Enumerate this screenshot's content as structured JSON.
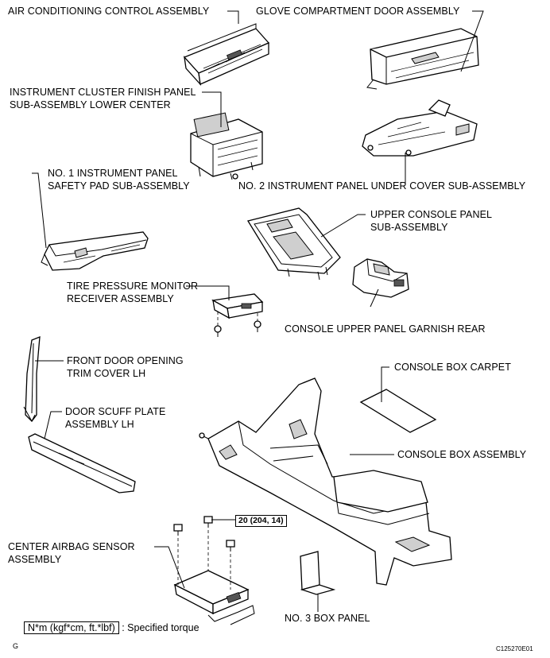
{
  "labels": {
    "ac_control": "AIR CONDITIONING CONTROL ASSEMBLY",
    "glove_door": "GLOVE COMPARTMENT DOOR ASSEMBLY",
    "cluster_finish_1": "INSTRUMENT CLUSTER FINISH PANEL",
    "cluster_finish_2": "SUB-ASSEMBLY LOWER CENTER",
    "pad_1": "NO. 1 INSTRUMENT PANEL",
    "pad_2": "SAFETY PAD SUB-ASSEMBLY",
    "under_cover": "NO. 2 INSTRUMENT PANEL UNDER COVER SUB-ASSEMBLY",
    "upper_console_1": "UPPER CONSOLE PANEL",
    "upper_console_2": "SUB-ASSEMBLY",
    "tire_1": "TIRE PRESSURE MONITOR",
    "tire_2": "RECEIVER ASSEMBLY",
    "garnish_rear": "CONSOLE UPPER PANEL GARNISH REAR",
    "front_door_1": "FRONT DOOR OPENING",
    "front_door_2": "TRIM COVER LH",
    "carpet": "CONSOLE BOX CARPET",
    "scuff_1": "DOOR SCUFF PLATE",
    "scuff_2": "ASSEMBLY LH",
    "console_box": "CONSOLE BOX ASSEMBLY",
    "torque_value": "20 (204, 14)",
    "airbag_1": "CENTER AIRBAG SENSOR",
    "airbag_2": "ASSEMBLY",
    "box_panel": "NO. 3 BOX PANEL"
  },
  "legend": {
    "unit": "N*m (kgf*cm, ft.*lbf)",
    "text": ": Specified torque"
  },
  "corner_left": "G",
  "corner_right": "C125270E01"
}
